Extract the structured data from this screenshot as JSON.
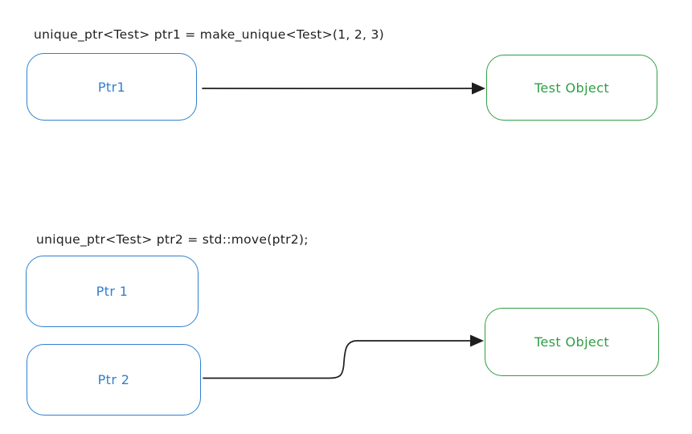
{
  "colors": {
    "blue": "#2f80d0",
    "green": "#2f9e44",
    "ink": "#1e1e1e"
  },
  "section1": {
    "title": "unique_ptr<Test> ptr1 = make_unique<Test>(1, 2, 3)",
    "ptr_label": "Ptr1",
    "object_label": "Test Object"
  },
  "section2": {
    "title": "unique_ptr<Test> ptr2 = std::move(ptr2);",
    "ptr1_label": "Ptr 1",
    "ptr2_label": "Ptr 2",
    "object_label": "Test Object"
  }
}
